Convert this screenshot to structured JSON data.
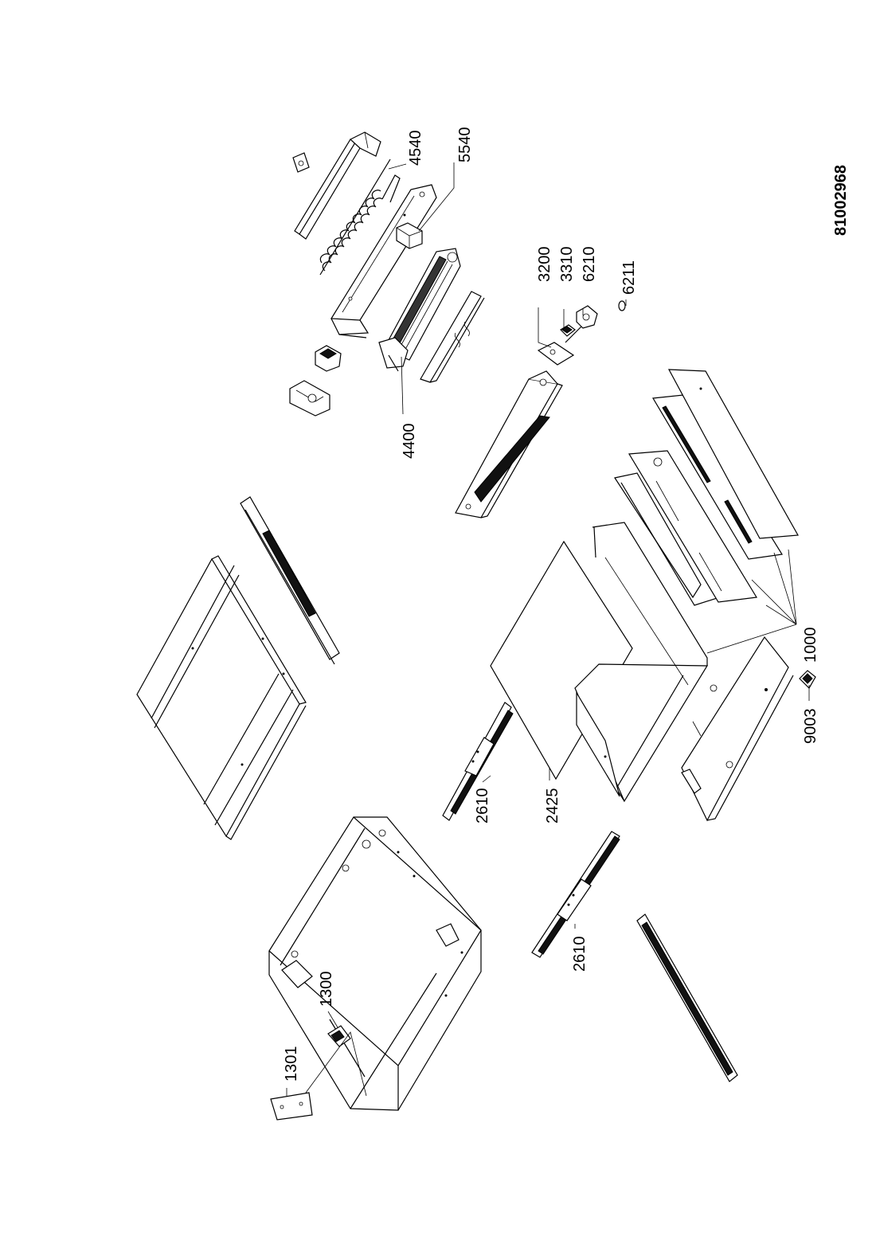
{
  "document_number": "81002968",
  "part_labels": {
    "p4540": "4540",
    "p5540": "5540",
    "p4400": "4400",
    "p3200": "3200",
    "p3310": "3310",
    "p6210": "6210",
    "p6211": "6211",
    "p1000": "1000",
    "p9003": "9003",
    "p2425": "2425",
    "p2610a": "2610",
    "p2610b": "2610",
    "p1301": "1301",
    "p1300": "1300"
  }
}
